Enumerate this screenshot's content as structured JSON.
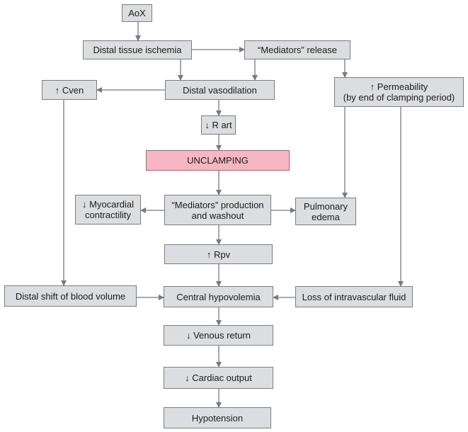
{
  "colors": {
    "box_fill": "#dcdde1",
    "box_border": "#7d7d82",
    "highlight_fill": "#f7b6c3",
    "arrow": "#7a7a7a"
  },
  "nodes": {
    "aox": "AoX",
    "distal_ischemia": "Distal tissue ischemia",
    "mediators_release": "“Mediators” release",
    "cven": "↑ Cven",
    "distal_vasodilation": "Distal vasodilation",
    "permeability": "↑  Permeability\n(by end of clamping period)",
    "r_art": "↓ R art",
    "unclamping": "UNCLAMPING",
    "myocardial": "↓  Myocardial\ncontractility",
    "mediators_production": "“Mediators” production\nand washout",
    "pulmonary_edema": "Pulmonary\nedema",
    "rpv": "↑  Rpv",
    "distal_shift": "Distal shift of blood volume",
    "central_hypovolemia": "Central hypovolemia",
    "loss_fluid": "Loss of intravascular fluid",
    "venous_return": "↓ Venous return",
    "cardiac_output": "↓ Cardiac output",
    "hypotension": "Hypotension"
  }
}
